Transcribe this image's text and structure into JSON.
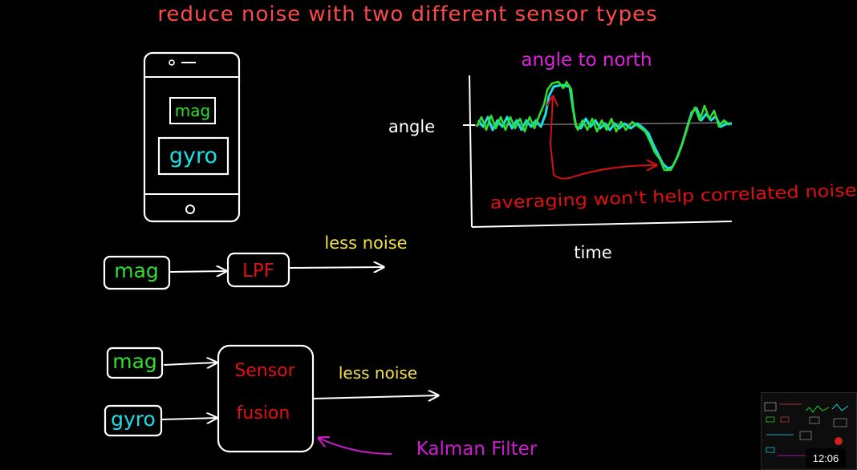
{
  "title": "reduce noise with two different sensor types",
  "phone": {
    "mag_label": "mag",
    "gyro_label": "gyro"
  },
  "plot": {
    "title": "angle to north",
    "ylabel": "angle",
    "xlabel": "time",
    "annotation": "averaging won't help correlated noise"
  },
  "lpf_chain": {
    "input": "mag",
    "block": "LPF",
    "output": "less noise"
  },
  "fusion_chain": {
    "input1": "mag",
    "input2": "gyro",
    "block_line1": "Sensor",
    "block_line2": "fusion",
    "output": "less noise",
    "callout": "Kalman Filter"
  },
  "video": {
    "timestamp": "12:06"
  },
  "colors": {
    "background": "#000000",
    "title": "#ff4a4a",
    "mag": "#2ee02e",
    "gyro": "#19e0e8",
    "plot_title": "#e022e0",
    "annotation": "#e01010",
    "less_noise": "#f2e24a",
    "block_text": "#e01010",
    "callout": "#d21ad2",
    "ink": "#ffffff"
  }
}
